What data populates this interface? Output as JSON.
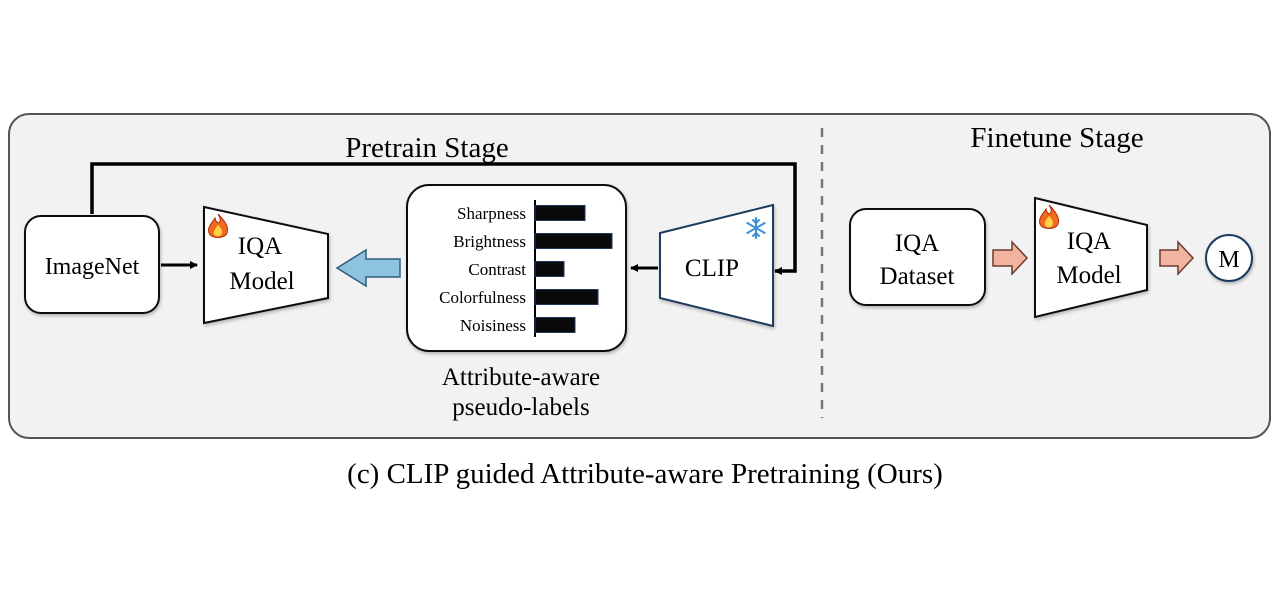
{
  "pretrain": {
    "title": "Pretrain Stage",
    "imagenet_label": "ImageNet",
    "iqa_model_line1": "IQA",
    "iqa_model_line2": "Model",
    "clip_label": "CLIP",
    "pseudo_caption_line1": "Attribute-aware",
    "pseudo_caption_line2": "pseudo-labels",
    "attributes": [
      {
        "label": "Sharpness",
        "value": 0.48
      },
      {
        "label": "Brightness",
        "value": 0.73
      },
      {
        "label": "Contrast",
        "value": 0.28
      },
      {
        "label": "Colorfulness",
        "value": 0.6
      },
      {
        "label": "Noisiness",
        "value": 0.38
      }
    ]
  },
  "finetune": {
    "title": "Finetune Stage",
    "dataset_line1": "IQA",
    "dataset_line2": "Dataset",
    "iqa_model_line1": "IQA",
    "iqa_model_line2": "Model",
    "metric_label": "M"
  },
  "caption": "(c) CLIP guided Attribute-aware Pretraining (Ours)",
  "colors": {
    "panel_bg": "#f2f2f2",
    "clip_stroke": "#1f3a5f",
    "blue_arrow": "#8ec3df",
    "salmon_arrow": "#f2b3a1",
    "bar_fill": "#0a0a0a"
  },
  "icons": {
    "trainable": "fire-icon",
    "frozen": "snowflake-icon"
  }
}
